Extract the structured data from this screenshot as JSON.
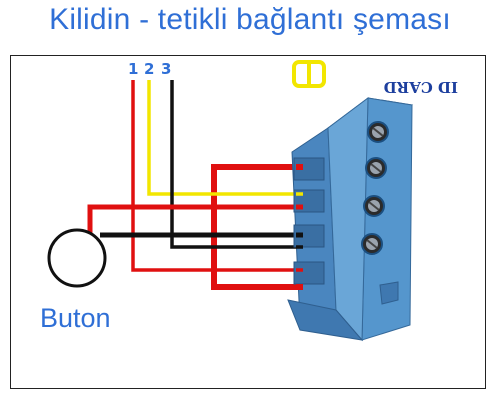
{
  "title": "Kilidin - tetikli bağlantı şeması",
  "wire_numbers": [
    "1",
    "2",
    "3"
  ],
  "button_label": "Buton",
  "id_card_label": "ID CARD",
  "colors": {
    "title": "#2f6fd6",
    "wire_red": "#e01010",
    "wire_yellow": "#f2e600",
    "wire_black": "#111111",
    "connector": "#4f8fc5",
    "card_icon": "#f2e600"
  },
  "icons": [
    "push-button-icon",
    "terminal-block-icon",
    "card-icon"
  ]
}
